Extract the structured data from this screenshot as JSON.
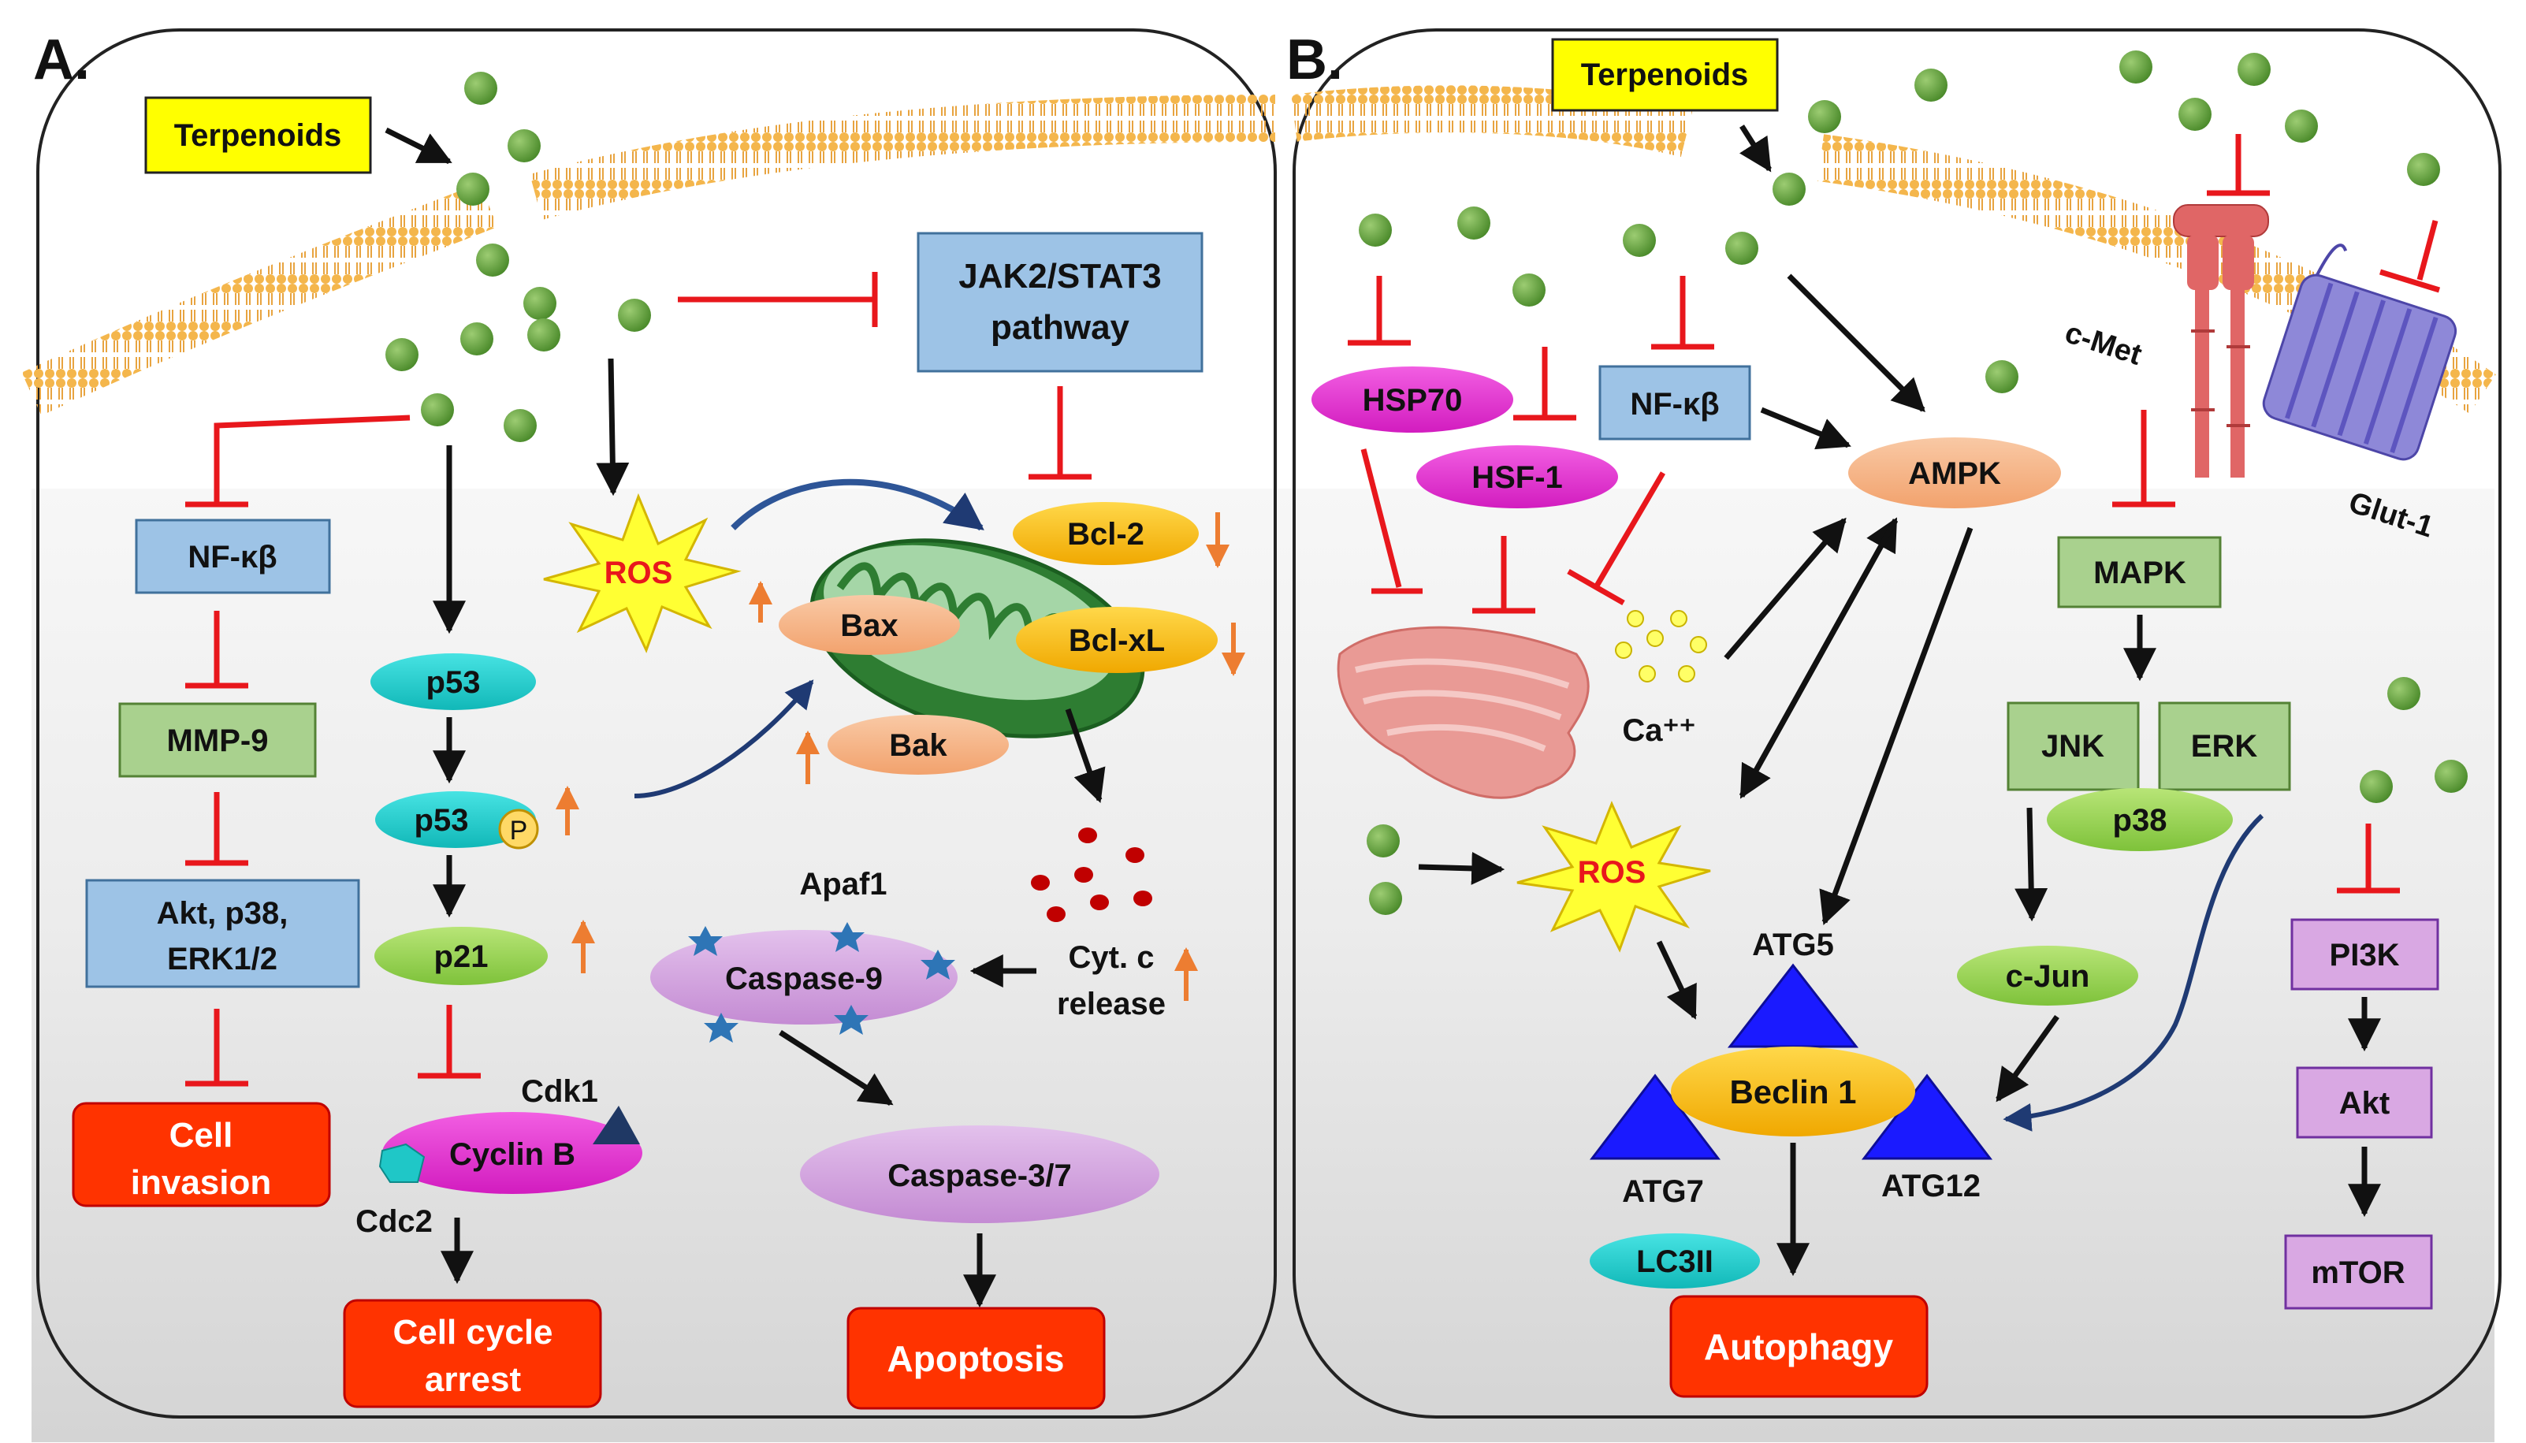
{
  "panel_a": {
    "letter": "A.",
    "terpenoids": "Terpenoids",
    "jak": [
      "JAK2/STAT3",
      "pathway"
    ],
    "nfkb": "NF-κβ",
    "mmp9": "MMP-9",
    "akt_p38": [
      "Akt, p38,",
      "ERK1/2"
    ],
    "cell_invasion": [
      "Cell",
      "invasion"
    ],
    "p53": "p53",
    "p53p": "p53",
    "p_badge": "P",
    "p21": "p21",
    "cyclin_b": "Cyclin B",
    "cdk1": "Cdk1",
    "cdc2": "Cdc2",
    "cell_cycle_arrest": [
      "Cell cycle",
      "arrest"
    ],
    "ros": "ROS",
    "bax": "Bax",
    "bak": "Bak",
    "bcl2": "Bcl-2",
    "bclxl": "Bcl-xL",
    "apaf1": "Apaf1",
    "caspase9": "Caspase-9",
    "cytc": [
      "Cyt. c",
      "release"
    ],
    "caspase37": "Caspase-3/7",
    "apoptosis": "Apoptosis"
  },
  "panel_b": {
    "letter": "B.",
    "terpenoids": "Terpenoids",
    "hsp70": "HSP70",
    "hsf1": "HSF-1",
    "nfkb": "NF-κβ",
    "ampk": "AMPK",
    "ca": "Ca⁺⁺",
    "ros": "ROS",
    "cmet": "c-Met",
    "glut1": "Glut-1",
    "mapk": "MAPK",
    "jnk": "JNK",
    "erk": "ERK",
    "p38": "p38",
    "cjun": "c-Jun",
    "atg5": "ATG5",
    "atg7": "ATG7",
    "atg12": "ATG12",
    "beclin1": "Beclin 1",
    "lc3ii": "LC3II",
    "autophagy": "Autophagy",
    "pi3k": "PI3K",
    "akt": "Akt",
    "mtor": "mTOR"
  },
  "colors": {
    "red_inhibit": "#e8171c",
    "terpenoid_yellow": "#ffff00",
    "blue_box": "#9dc3e6",
    "green_box": "#a9d18e",
    "violet_box": "#d9a8e3",
    "outcome_red": "#ff3300",
    "terpenoid_dot": "#5f9e3a",
    "membrane": "#f0b24a",
    "up_arrow": "#ed7d31"
  }
}
